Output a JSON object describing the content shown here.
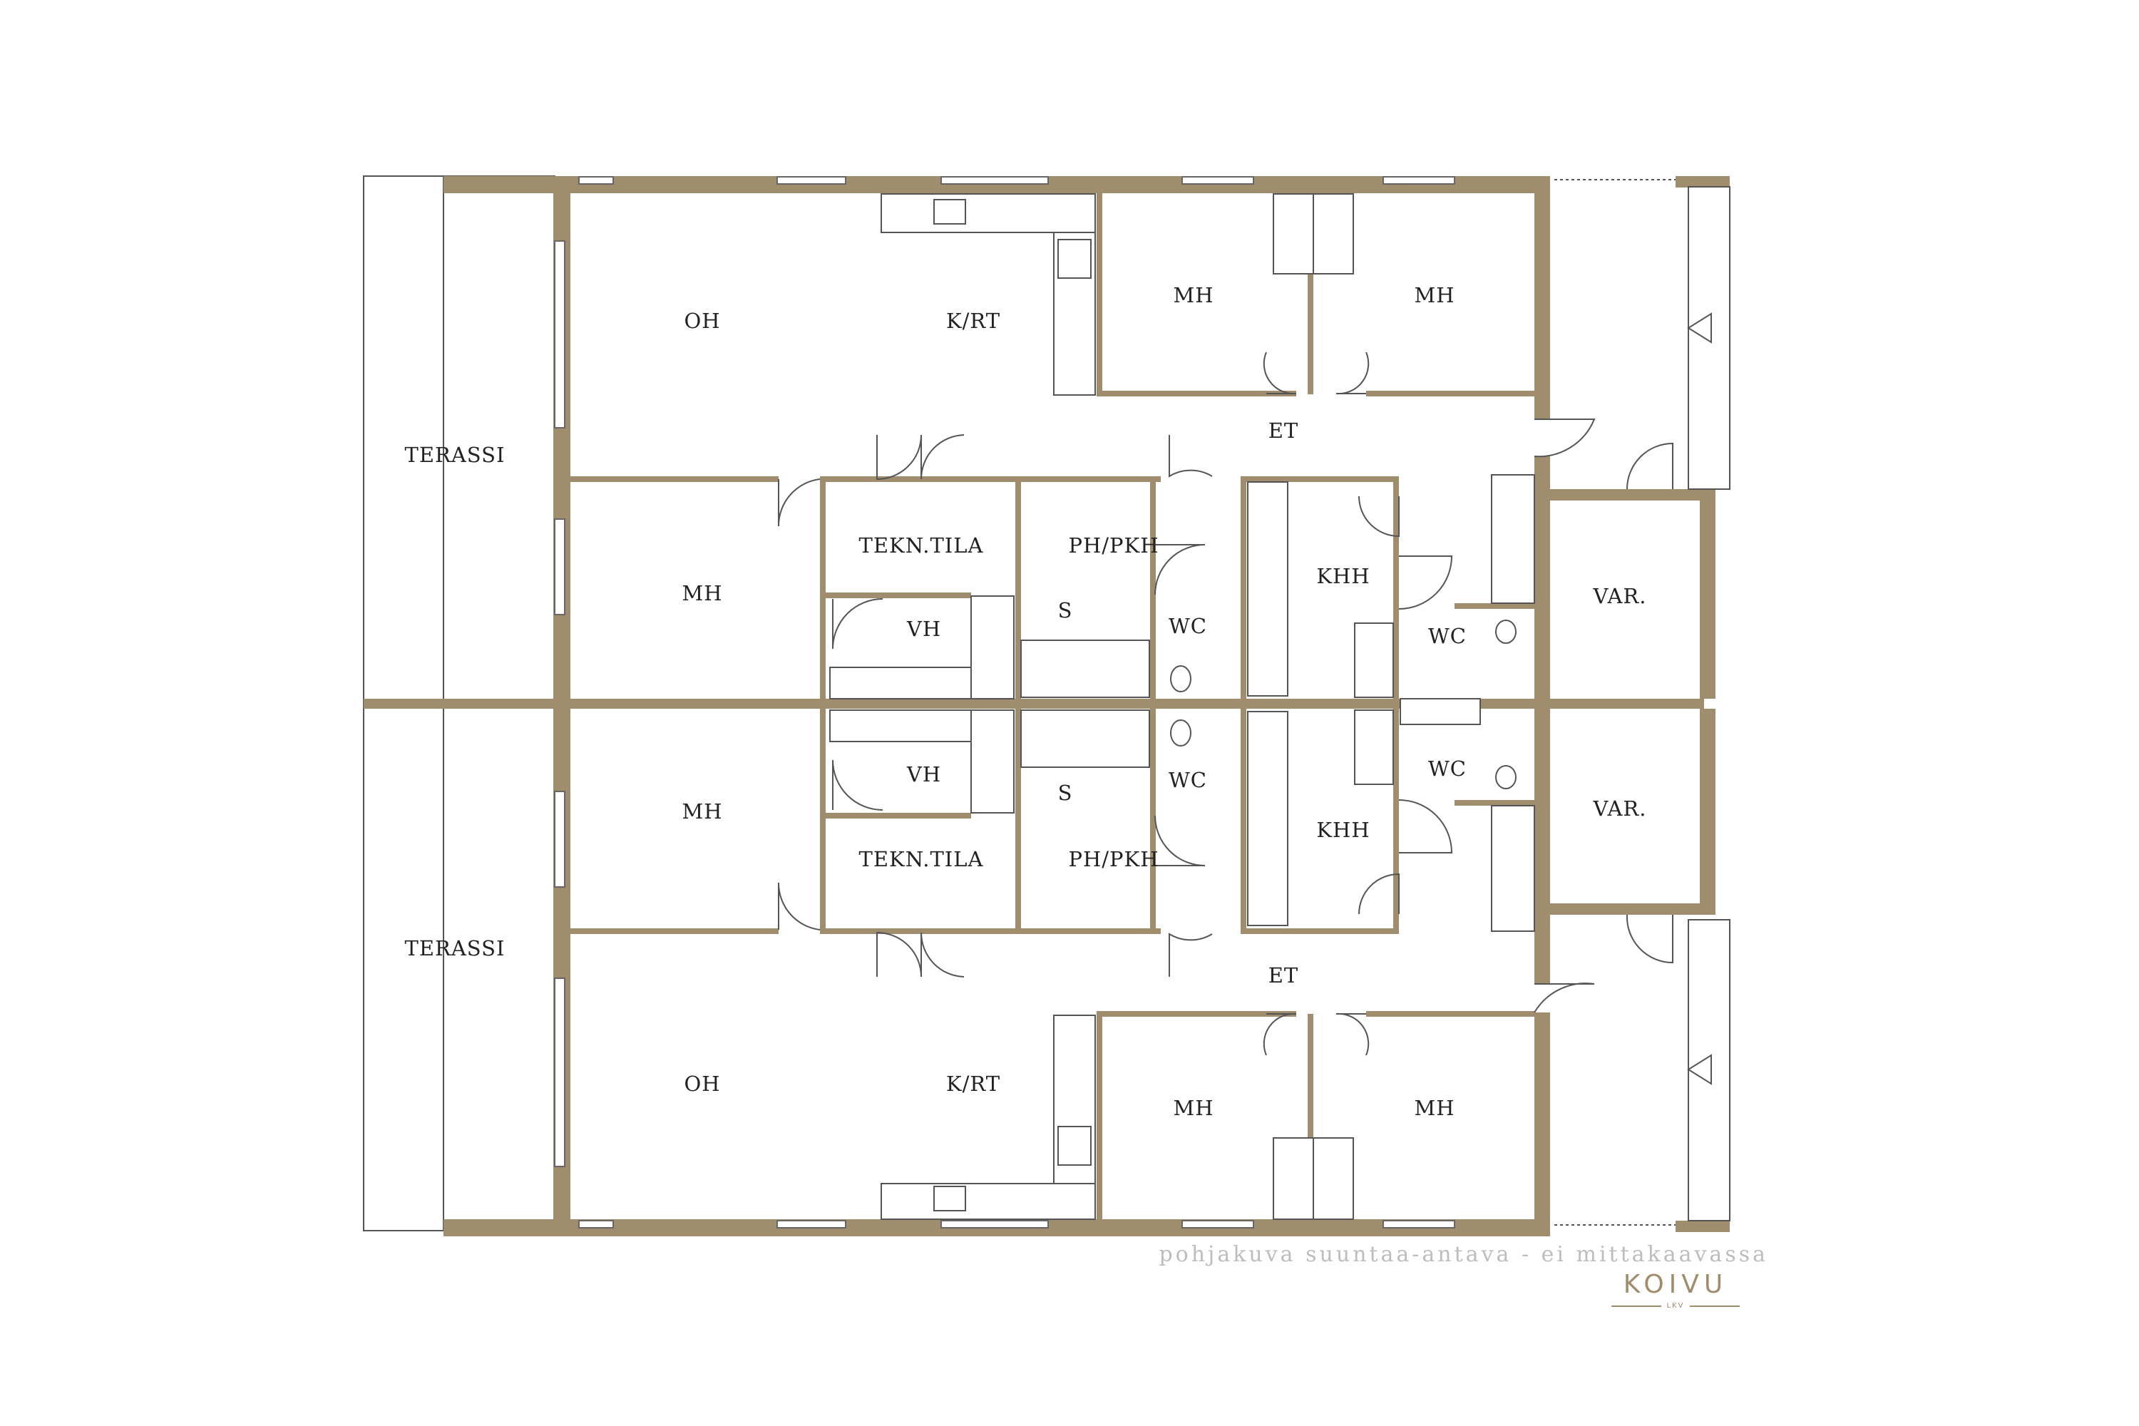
{
  "rooms": {
    "terrace_top": "TERASSI",
    "terrace_bottom": "TERASSI",
    "oh_top": "OH",
    "oh_bottom": "OH",
    "krt_top": "K/RT",
    "krt_bottom": "K/RT",
    "mh_top_left": "MH",
    "mh_top_mid": "MH",
    "mh_top_right": "MH",
    "mh_bottom_left": "MH",
    "mh_bottom_mid": "MH",
    "mh_bottom_right": "MH",
    "et_top": "ET",
    "et_bottom": "ET",
    "tekn_top": "TEKN.TILA",
    "tekn_bottom": "TEKN.TILA",
    "phpkh_top": "PH/PKH",
    "phpkh_bottom": "PH/PKH",
    "vh_top": "VH",
    "vh_bottom": "VH",
    "s_top": "S",
    "s_bottom": "S",
    "wc1_top": "WC",
    "wc1_bottom": "WC",
    "khh_top": "KHH",
    "khh_bottom": "KHH",
    "wc2_top": "WC",
    "wc2_bottom": "WC",
    "var_top": "VAR.",
    "var_bottom": "VAR."
  },
  "footer": {
    "note": "pohjakuva suuntaa-antava - ei mittakaavassa",
    "logo": "KOIVU",
    "logo_sub": "LKV"
  },
  "colors": {
    "wall": "#a08d6d",
    "fixture_line": "#555555",
    "note_text": "#bdbdbd"
  }
}
